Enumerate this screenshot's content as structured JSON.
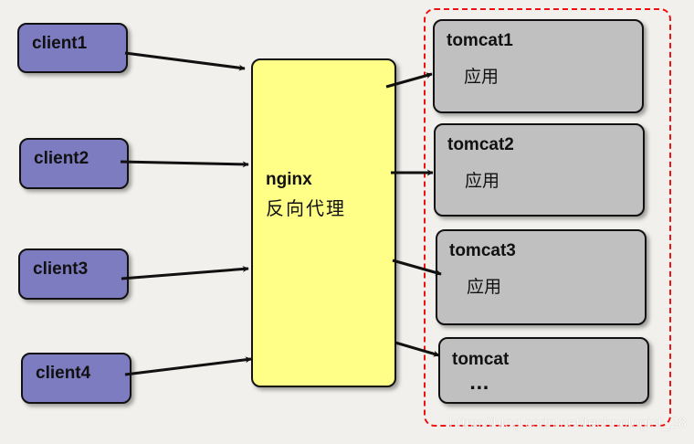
{
  "clients": [
    {
      "label": "client1"
    },
    {
      "label": "client2"
    },
    {
      "label": "client3"
    },
    {
      "label": "client4"
    }
  ],
  "proxy": {
    "name": "nginx",
    "role": "反向代理"
  },
  "servers": [
    {
      "name": "tomcat1",
      "content": "应用"
    },
    {
      "name": "tomcat2",
      "content": "应用"
    },
    {
      "name": "tomcat3",
      "content": "应用"
    },
    {
      "name": "tomcat",
      "content": "..."
    }
  ],
  "watermark": "https://blog.csdn.net/technologist_28",
  "colors": {
    "client": "#7e7cc0",
    "proxy": "#ffff88",
    "server": "#c0c0c0",
    "cluster_border": "#ee1111",
    "background": "#f1f0ec"
  }
}
